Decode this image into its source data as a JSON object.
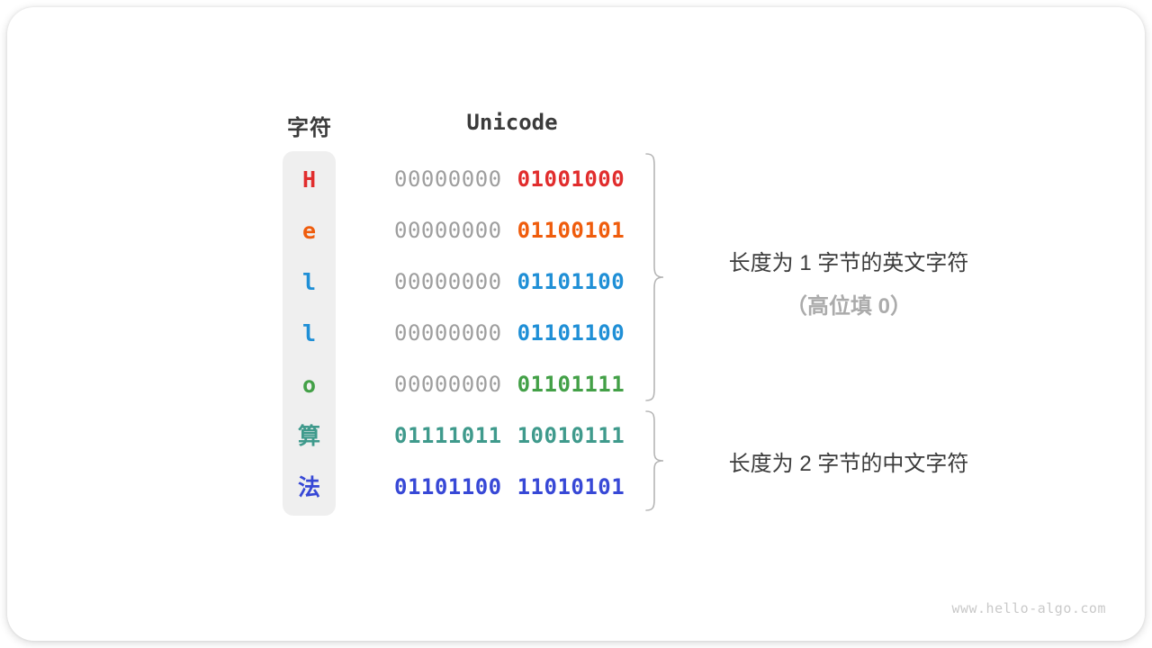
{
  "table": {
    "char_header": "字符",
    "unicode_header": "Unicode",
    "rows": [
      {
        "char": "H",
        "char_color": "#e12d2d",
        "byte1": "00000000",
        "byte1_color": "#9e9e9e",
        "byte2": "01001000",
        "byte2_color": "#e12d2d"
      },
      {
        "char": "e",
        "char_color": "#ef5c0c",
        "byte1": "00000000",
        "byte1_color": "#9e9e9e",
        "byte2": "01100101",
        "byte2_color": "#ef5c0c"
      },
      {
        "char": "l",
        "char_color": "#1f8fd6",
        "byte1": "00000000",
        "byte1_color": "#9e9e9e",
        "byte2": "01101100",
        "byte2_color": "#1f8fd6"
      },
      {
        "char": "l",
        "char_color": "#1f8fd6",
        "byte1": "00000000",
        "byte1_color": "#9e9e9e",
        "byte2": "01101100",
        "byte2_color": "#1f8fd6"
      },
      {
        "char": "o",
        "char_color": "#43a047",
        "byte1": "00000000",
        "byte1_color": "#9e9e9e",
        "byte2": "01101111",
        "byte2_color": "#43a047"
      },
      {
        "char": "算",
        "char_color": "#3f9a8c",
        "byte1": "01111011",
        "byte1_color": "#3f9a8c",
        "byte2": "10010111",
        "byte2_color": "#3f9a8c"
      },
      {
        "char": "法",
        "char_color": "#3748d6",
        "byte1": "01101100",
        "byte1_color": "#3748d6",
        "byte2": "11010101",
        "byte2_color": "#3748d6"
      }
    ]
  },
  "annotations": {
    "english": {
      "line1": "长度为 1 字节的英文字符",
      "line2": "（高位填 0）"
    },
    "chinese": {
      "line1": "长度为 2 字节的中文字符"
    }
  },
  "watermark": "www.hello-algo.com",
  "colors": {
    "muted_byte": "#9e9e9e",
    "heading": "#3b3b3b",
    "note": "#ababab",
    "brace": "#b5b5b5",
    "column_bg": "#efefef"
  }
}
